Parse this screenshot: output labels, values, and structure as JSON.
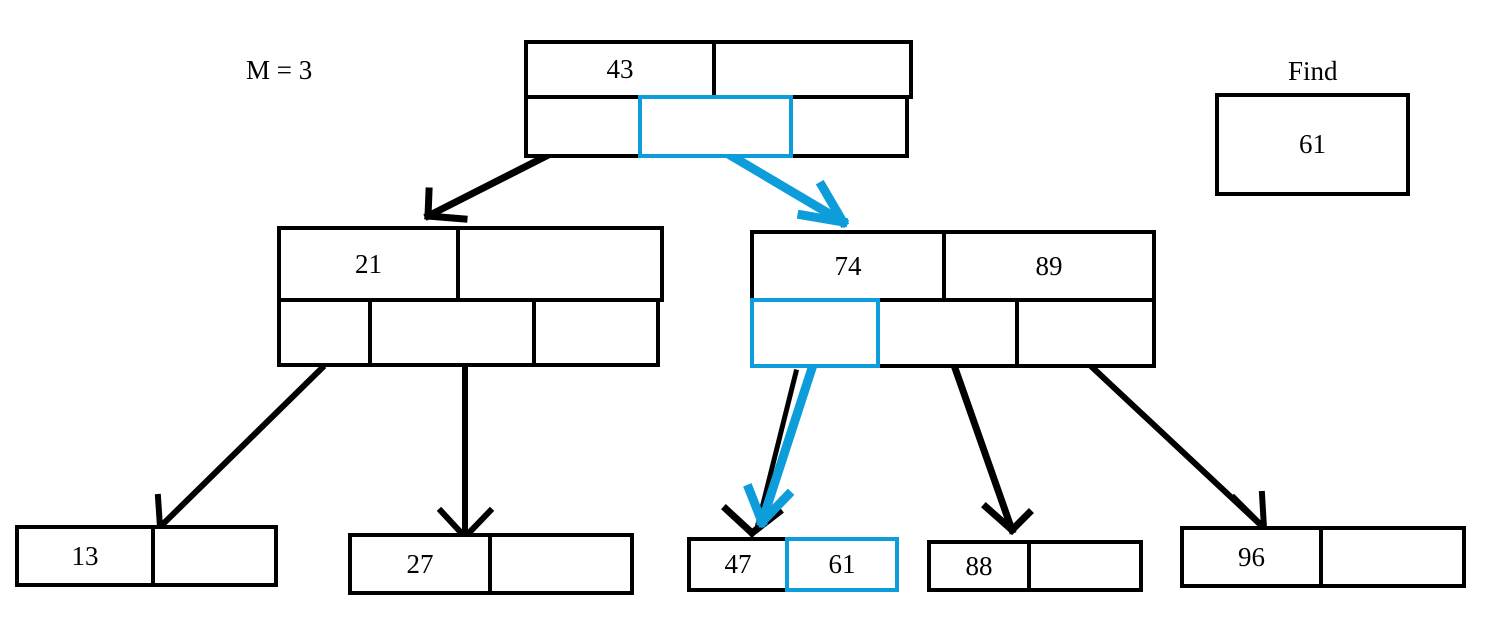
{
  "diagram": {
    "title_label": "M = 3",
    "find_label": "Find",
    "find_value": "61",
    "colors": {
      "stroke": "#000000",
      "highlight": "#0d9ddb",
      "background": "#ffffff"
    }
  },
  "nodes": {
    "root": {
      "name": "root-node",
      "keys": [
        "43",
        ""
      ],
      "pointers": [
        "",
        "",
        ""
      ],
      "highlighted_pointer_index": 1
    },
    "internal_left": {
      "name": "internal-node-left",
      "keys": [
        "21",
        ""
      ],
      "pointers": [
        "",
        "",
        ""
      ],
      "highlighted_pointer_index": -1
    },
    "internal_right": {
      "name": "internal-node-right",
      "keys": [
        "74",
        "89"
      ],
      "pointers": [
        "",
        "",
        ""
      ],
      "highlighted_pointer_index": 0
    }
  },
  "leaves": [
    {
      "name": "leaf-13",
      "cells": [
        "13",
        ""
      ],
      "highlighted_cell_index": -1
    },
    {
      "name": "leaf-27",
      "cells": [
        "27",
        ""
      ],
      "highlighted_cell_index": -1
    },
    {
      "name": "leaf-47-61",
      "cells": [
        "47",
        "61"
      ],
      "highlighted_cell_index": 1
    },
    {
      "name": "leaf-88",
      "cells": [
        "88",
        ""
      ],
      "highlighted_cell_index": -1
    },
    {
      "name": "leaf-96",
      "cells": [
        "96",
        ""
      ],
      "highlighted_cell_index": -1
    }
  ],
  "edges": [
    {
      "name": "edge-root-to-left-internal",
      "color": "black"
    },
    {
      "name": "edge-root-to-right-internal",
      "color": "highlight"
    },
    {
      "name": "edge-left-internal-to-leaf-13",
      "color": "black"
    },
    {
      "name": "edge-left-internal-to-leaf-27",
      "color": "black"
    },
    {
      "name": "edge-right-internal-to-leaf-47",
      "color": "highlight"
    },
    {
      "name": "edge-right-internal-to-leaf-88",
      "color": "black"
    },
    {
      "name": "edge-right-internal-to-leaf-96",
      "color": "black"
    }
  ]
}
